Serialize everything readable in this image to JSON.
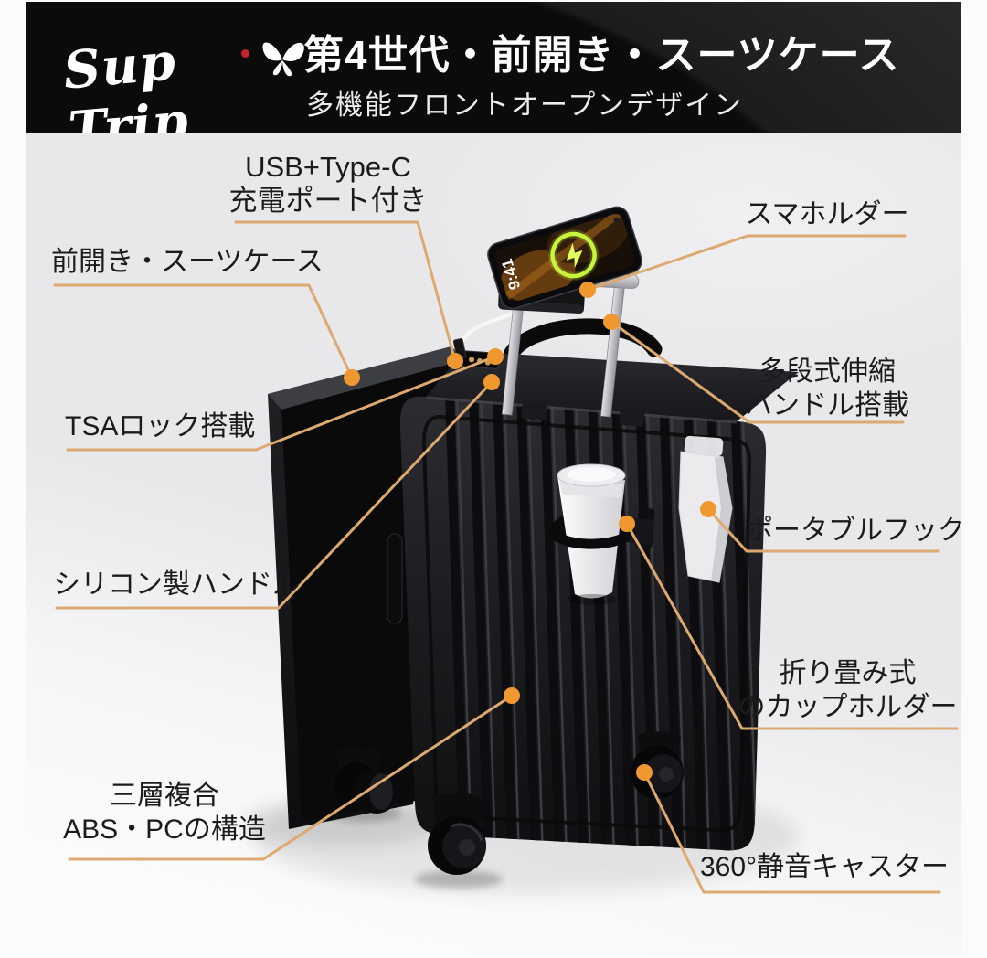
{
  "banner": {
    "logo_text": "Sup Trip",
    "logo_icon": "butterfly-icon",
    "title": "第4世代・前開き・スーツケース",
    "subtitle": "多機能フロントオープンデザイン"
  },
  "phone": {
    "time": "9:41",
    "screen_icon": "lightning-bolt-charging-icon"
  },
  "callouts": {
    "usb": {
      "lines": [
        "USB+Type-C",
        "充電ポート付き"
      ]
    },
    "phone_holder": {
      "lines": [
        "スマホルダー"
      ]
    },
    "front_open": {
      "lines": [
        "前開き・スーツケース"
      ]
    },
    "telescopic_handle": {
      "lines": [
        "多段式伸縮",
        "ハンドル搭載"
      ]
    },
    "tsa": {
      "lines": [
        "TSAロック搭載"
      ]
    },
    "hook": {
      "lines": [
        "ポータブルフック"
      ]
    },
    "silicone_handle": {
      "lines": [
        "シリコン製ハンドル"
      ]
    },
    "cup_holder": {
      "lines": [
        "折り畳み式",
        "のカップホルダー"
      ]
    },
    "structure": {
      "lines": [
        "三層複合",
        "ABS・PCの構造"
      ]
    },
    "casters": {
      "lines": [
        "360°静音キャスター"
      ]
    }
  },
  "colors": {
    "leader_line": "#dcaa70",
    "marker_dot": "#f0982f",
    "banner_background": "#0b0b0c",
    "stage_background": "#e8e8ea",
    "label_text": "#1b1b1d",
    "charging_ring": "#c9f43c",
    "logo_accent_dot": "#c5232e"
  }
}
